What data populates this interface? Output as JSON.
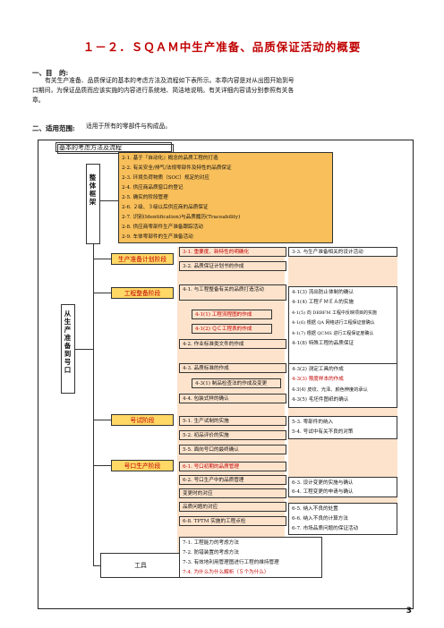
{
  "title": "１－２．ＳＱＡＭ中生产准备、品质保证活动的概要",
  "s1": {
    "head": "一、目　的:",
    "text1": "有关生产准备、品质保证的基本的考虑方法及流程如下表所示。本章内容是对从出图开始到号",
    "text2": "口期间，为保证品质而应该实施的内容进行系统地、简洁地说明。有关详细内容请分别参照有关各",
    "text3": "章。"
  },
  "s2": {
    "head": "二、适用范围:",
    "text": "适用于所有的零部件与构成品。"
  },
  "diagram": {
    "top_label": "基本的考虑方法及流程",
    "left_top": "整体框架",
    "left_main": "从生产准备到号口",
    "frame_items": [
      "2-1. 基于『自动化』概念的品质工程的打造",
      "2-2. 有关安全/排气/法规零部件及特性的品质保证",
      "2-3. 环境负荷物质（SOC）规定的对应",
      "2-4. 供应商品质窗口的登记",
      "2-5. 确实的阶段管理",
      "2-6. ２级、３级以后供应商的品质保证",
      "2-7. 识别(Identification)与品质履历(Traceability)",
      "2-8. 供应商零部件生产准备跟踪活动",
      "2-9. 车体零部件的生产准备活动"
    ],
    "stage1": "生产准备计划阶段",
    "s1_items": [
      "3-1. 重要度、新特性的明确化",
      "3-2. 品质保证计划书的作成"
    ],
    "s1_right": "3-3. 与生产准备相关的设计活动",
    "stage2": "工程整备阶段",
    "s2_items": [
      "4-1. 与工程整备有关的品质打造活动",
      "4-1(1) 工程流程图的作成",
      "4-1(2) ＱＣ工程表的作成",
      "4-2. 作业标准类文件的作成",
      "4-3. 品质标准的作成",
      "4-3(1) 制品检查法的作成及变更",
      "4-4. 包装式样的确认"
    ],
    "s2_right": [
      "4-1(3) 流出防止体制的确认",
      "4-1(4) 工程ＦＭＥＡ的实施",
      "4-1(5) 向 DRBFM 工程中反映项目的实施",
      "4-1(6) 根据 QA 网络进行工程保证度确认",
      "4-1(7) 根据 QCMS 进行工程保证度确认",
      "4-1(8) 特殊工程的品质保证",
      "4-3(2) 测定工具的作成",
      "4-3(3) 限度样本的作成",
      "4-3(4) 皮纹、光泽、颜色辨度的承认",
      "4-3(5) 毛坯件图纸的确认"
    ],
    "stage3": "号试阶段",
    "s3_items": [
      "5-1. 生产试制的实施",
      "5-2. 初品评价的实施",
      "5-5. 面向号口的最终确认"
    ],
    "s3_right": [
      "5-3. 零部件的纳入",
      "5-4. 号试中有关不良的对策"
    ],
    "stage4": "号口生产阶段",
    "s4_items": [
      "6-1. 号口初期的品质管理",
      "6-2. 号口生产中的品质管理",
      "变更时的对应",
      "品质问题的对应",
      "6-8. TPTM 实施的工程点检"
    ],
    "s4_right": [
      "6-3. 设计变更的实施与确认",
      "6-4. 工程变更的申请与确认",
      "6-5. 纳入不良的处置",
      "6-6. 纳入不良的计算方法",
      "6-7. 市场品质问题的保证活动"
    ],
    "tools": "工具",
    "tool_items": [
      "7-1. 工程能力的考虑方法",
      "7-2. 防错装置的考虑方法",
      "7-3. 有效地利用管理图进行工程的维持管理",
      "7-4. 为什么为什么解析（５个为什么）"
    ]
  },
  "page_number": "3"
}
